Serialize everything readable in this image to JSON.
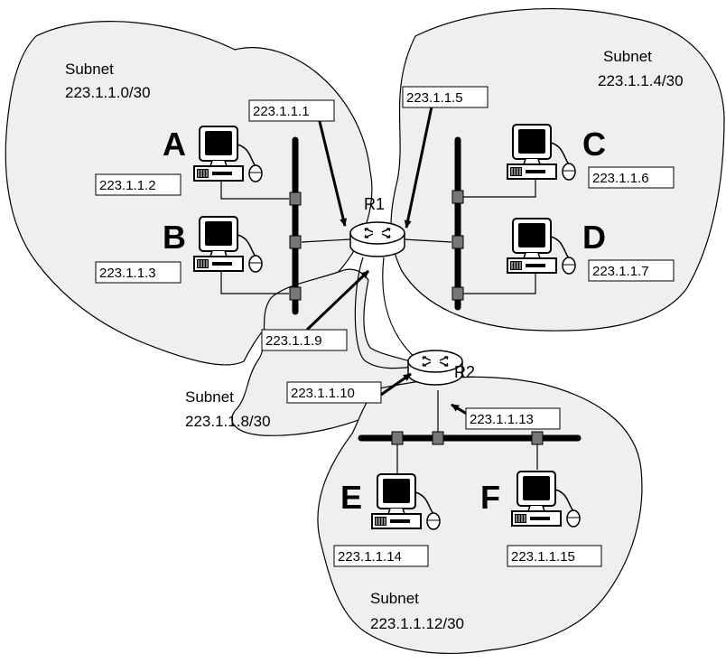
{
  "subnets": [
    {
      "name": "Subnet",
      "prefix": "223.1.1.0/30"
    },
    {
      "name": "Subnet",
      "prefix": "223.1.1.4/30"
    },
    {
      "name": "Subnet",
      "prefix": "223.1.1.8/30"
    },
    {
      "name": "Subnet",
      "prefix": "223.1.1.12/30"
    }
  ],
  "hosts": [
    {
      "letter": "A",
      "ip": "223.1.1.2"
    },
    {
      "letter": "B",
      "ip": "223.1.1.3"
    },
    {
      "letter": "C",
      "ip": "223.1.1.6"
    },
    {
      "letter": "D",
      "ip": "223.1.1.7"
    },
    {
      "letter": "E",
      "ip": "223.1.1.14"
    },
    {
      "letter": "F",
      "ip": "223.1.1.15"
    }
  ],
  "routers": [
    {
      "name": "R1",
      "interfaces": [
        "223.1.1.1",
        "223.1.1.5",
        "223.1.1.9"
      ]
    },
    {
      "name": "R2",
      "interfaces": [
        "223.1.1.10",
        "223.1.1.13"
      ]
    }
  ],
  "colors": {
    "cloud_fill": "#efefef",
    "line": "#000000"
  }
}
